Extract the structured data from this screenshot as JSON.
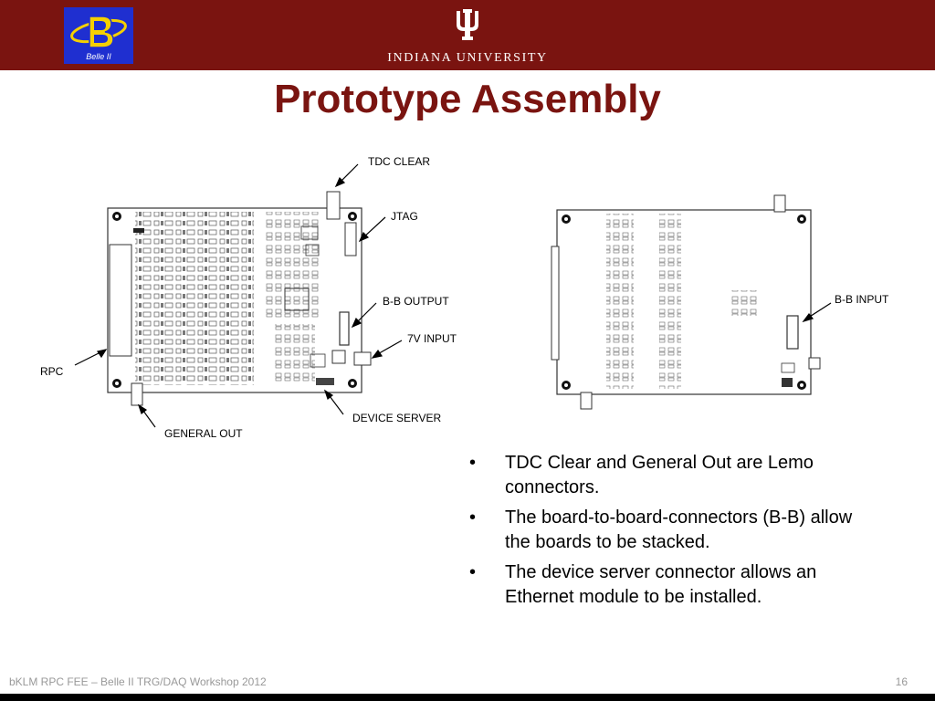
{
  "header": {
    "logo_text": "Belle II",
    "university": "INDIANA UNIVERSITY",
    "bar_color": "#7a1410"
  },
  "title": "Prototype Assembly",
  "labels": {
    "tdc_clear": "TDC CLEAR",
    "jtag": "JTAG",
    "bb_output": "B-B OUTPUT",
    "v7_input": "7V INPUT",
    "rpc": "RPC",
    "device_server": "DEVICE SERVER",
    "general_out": "GENERAL OUT",
    "bb_input": "B-B INPUT"
  },
  "bullets": [
    "TDC Clear and General Out are Lemo connectors.",
    "The board-to-board-connectors (B-B) allow the boards to be stacked.",
    "The device server connector allows an Ethernet module to be installed."
  ],
  "bullet_marker": "•",
  "footer": {
    "left": "bKLM RPC FEE – Belle II TRG/DAQ Workshop 2012",
    "page": "16"
  },
  "colors": {
    "accent": "#7a1410",
    "logo_blue": "#1f2fd0",
    "logo_yellow": "#f5d000"
  }
}
